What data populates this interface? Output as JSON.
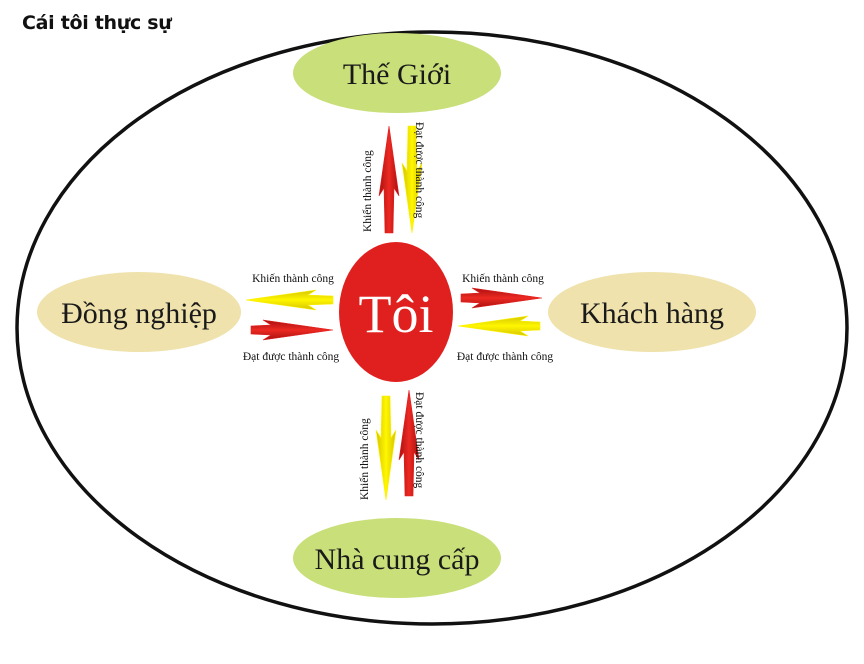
{
  "title": "Cái tôi thực sự",
  "center": {
    "label": "Tôi",
    "color": "#e0201f"
  },
  "nodes": {
    "top": {
      "label": "Thế Giới",
      "color": "#c9df7a"
    },
    "left": {
      "label": "Đồng nghiệp",
      "color": "#efe2ac"
    },
    "right": {
      "label": "Khách hàng",
      "color": "#efe2ac"
    },
    "bottom": {
      "label": "Nhà cung cấp",
      "color": "#c9df7a"
    }
  },
  "arrows": {
    "make_success": "Khiến thành công",
    "achieve_success": "Đạt được thành công",
    "red_color": "#e31e1e",
    "yellow_color": "#fcf000"
  }
}
